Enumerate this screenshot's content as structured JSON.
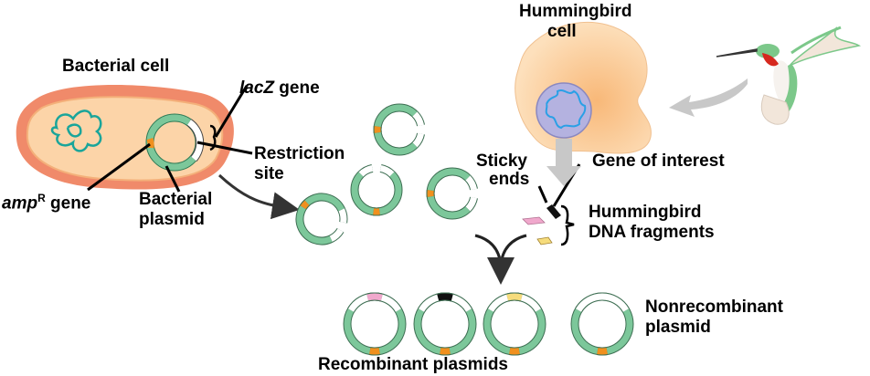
{
  "labels": {
    "bacterial_cell": "Bacterial cell",
    "lacz_italic": "lacZ",
    "lacz_suffix": " gene",
    "restriction_site_1": "Restriction",
    "restriction_site_2": "site",
    "ampr_italic": "amp",
    "ampr_sup": "R",
    "ampr_suffix": " gene",
    "bacterial_plasmid_1": "Bacterial",
    "bacterial_plasmid_2": "plasmid",
    "hummingbird_cell_1": "Hummingbird",
    "hummingbird_cell_2": "cell",
    "sticky_ends_1": "Sticky",
    "sticky_ends_2": "ends",
    "gene_of_interest": "Gene of interest",
    "dna_fragments_1": "Hummingbird",
    "dna_fragments_2": "DNA fragments",
    "nonrecombinant_1": "Nonrecombinant",
    "nonrecombinant_2": "plasmid",
    "recombinant": "Recombinant plasmids"
  },
  "colors": {
    "plasmid_green": "#7cc79a",
    "ampr_orange": "#f0901e",
    "cell_fill": "#fcd4a8",
    "cell_wall": "#f08a6a",
    "bacterial_dna": "#1aa59a",
    "nucleus": "#b4b2e0",
    "nuclear_dna": "#2aa0e6",
    "fragment_pink": "#f0a8cc",
    "fragment_yellow": "#f6dc7c",
    "fragment_black": "#111111"
  },
  "recombinant_inserts": [
    "pink",
    "black",
    "yellow"
  ]
}
